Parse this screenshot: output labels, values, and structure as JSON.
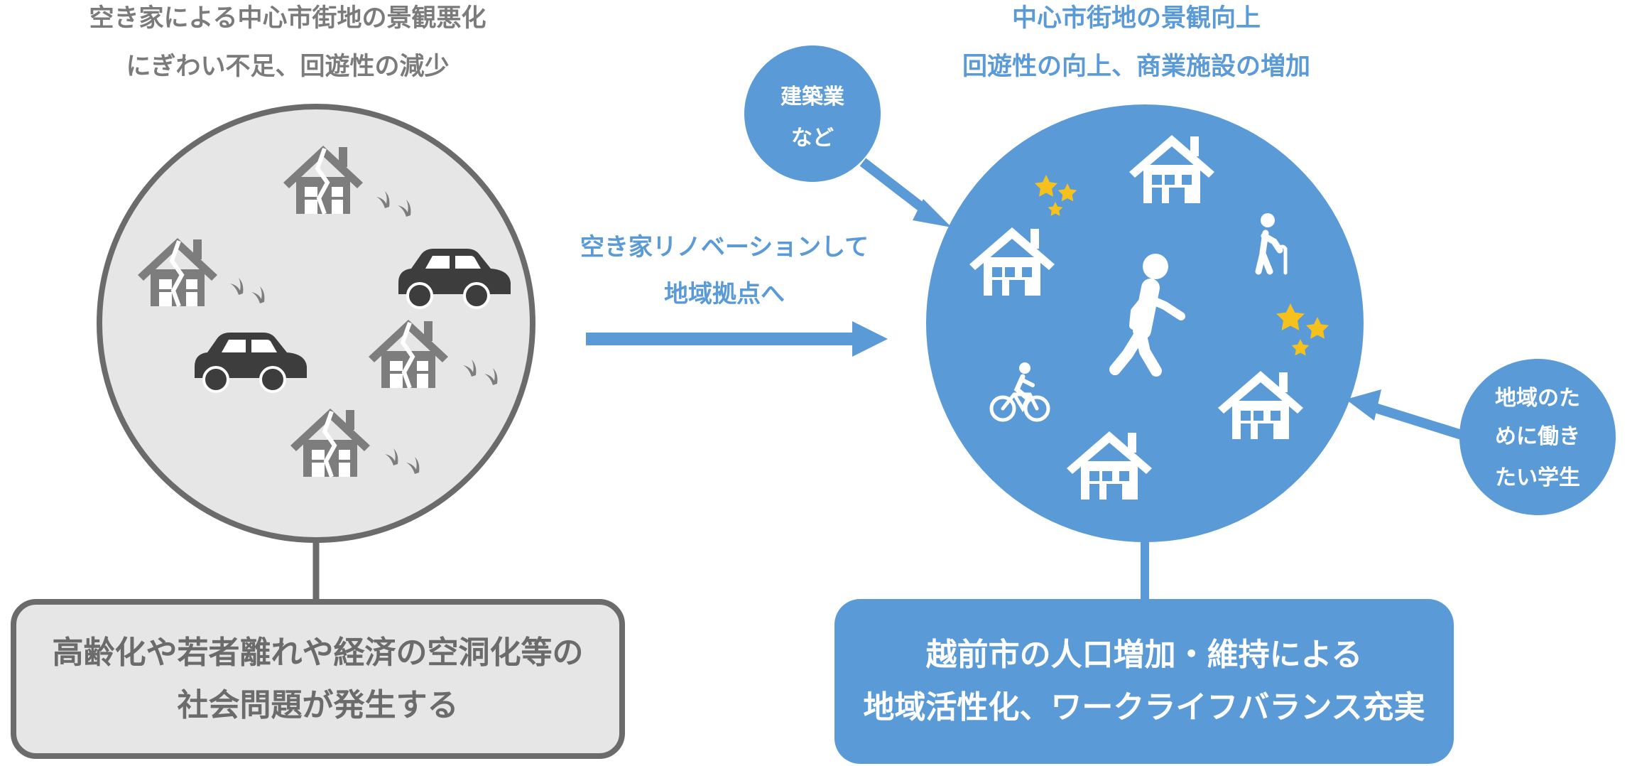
{
  "left": {
    "title_line1": "空き家による中心市街地の景観悪化",
    "title_line2": "にぎわい不足、回遊性の減少",
    "box_line1": "高齢化や若者離れや経済の空洞化等の",
    "box_line2": "社会問題が発生する"
  },
  "middle": {
    "label_line1": "空き家リノベーションして",
    "label_line2": "地域拠点へ"
  },
  "right": {
    "title_line1": "中心市街地の景観向上",
    "title_line2": "回遊性の向上、商業施設の増加",
    "box_line1": "越前市の人口増加・維持による",
    "box_line2": "地域活性化、ワークライフバランス充実"
  },
  "bubble_top": {
    "line1": "建築業",
    "line2": "など"
  },
  "bubble_right": {
    "line1": "地域のた",
    "line2": "めに働き",
    "line3": "たい学生"
  },
  "colors": {
    "gray_dark": "#6b6b6b",
    "gray_fill": "#e6e6e6",
    "gray_text": "#7b7b7b",
    "blue": "#5a9ad6",
    "star": "#f6c11c",
    "car": "#3d3d3d"
  },
  "icons": {
    "abandoned_house": "broken-house-icon",
    "weeds": "weeds-icon",
    "car": "car-icon",
    "house": "house-icon",
    "walker": "walking-person-icon",
    "elderly": "elderly-person-icon",
    "cyclist": "cyclist-icon",
    "stars": "stars-icon"
  }
}
